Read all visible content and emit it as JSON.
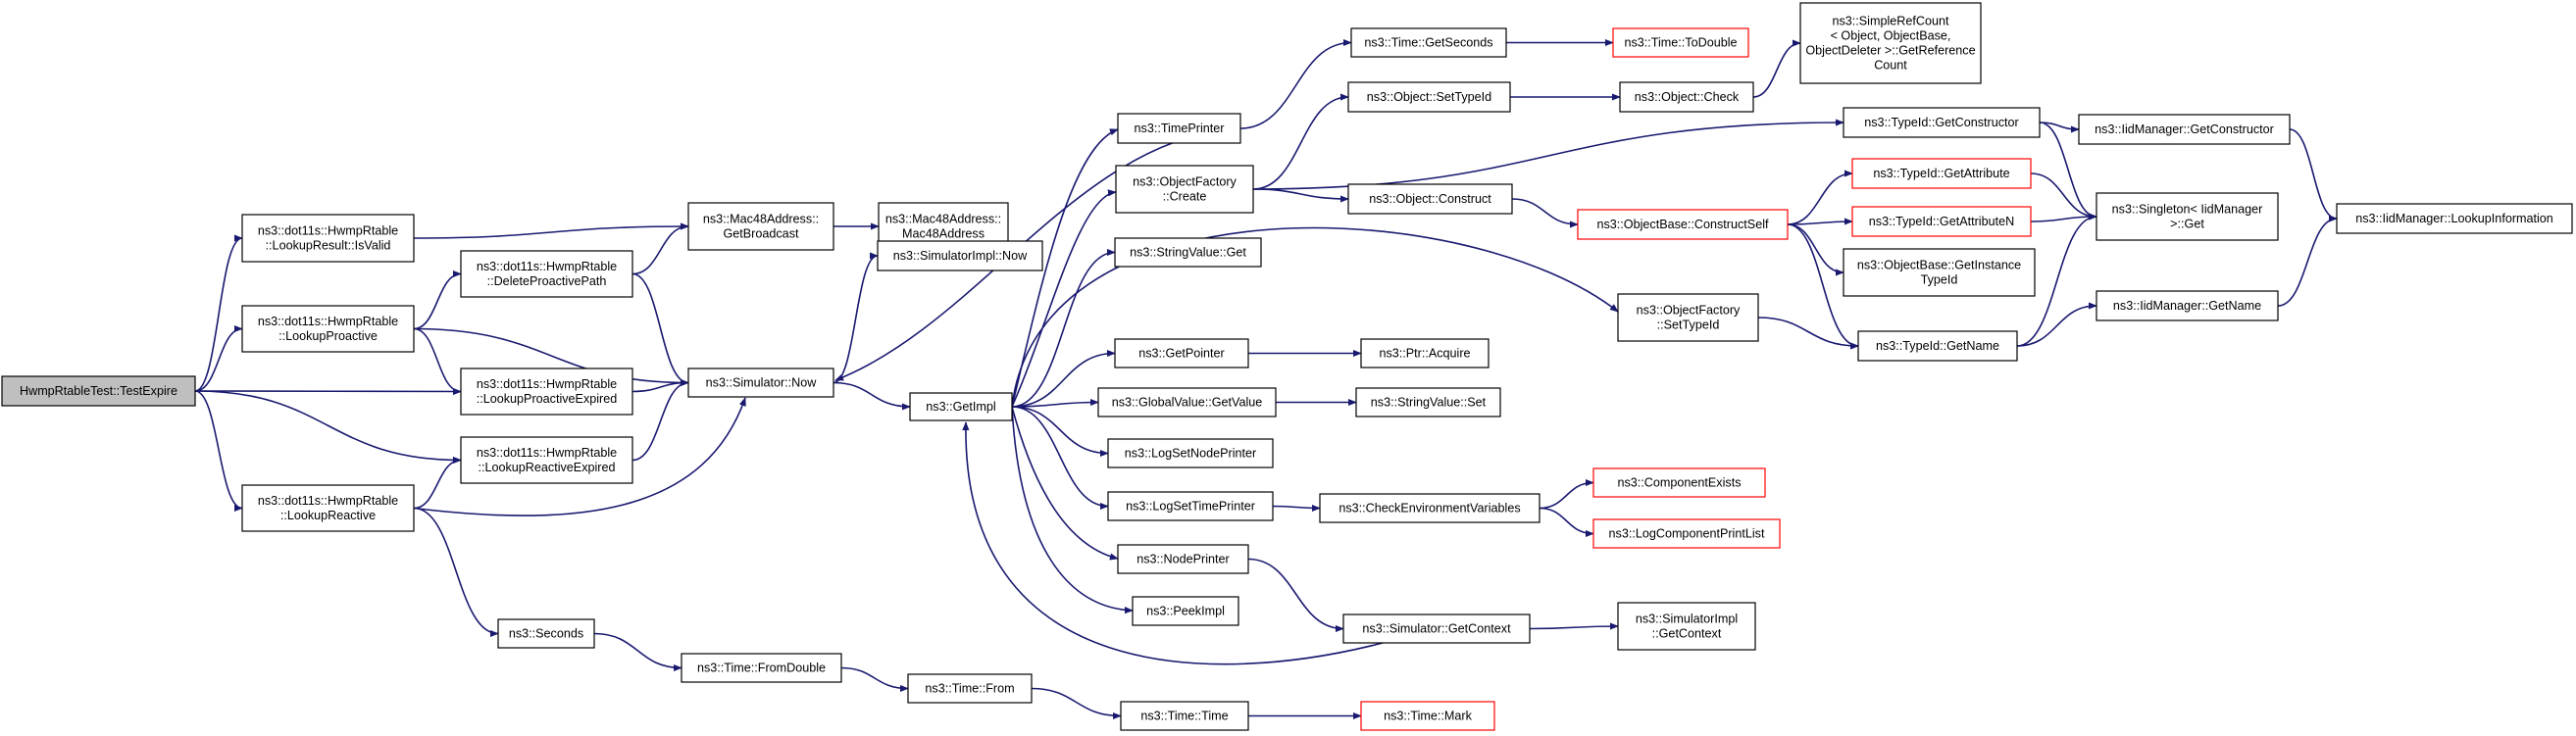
{
  "graph": {
    "colors": {
      "edge": "#191970",
      "node_border": "#000000",
      "node_border_truncated": "#ff0000",
      "root_fill": "#bfbfbf",
      "node_fill": "#ffffff"
    },
    "nodes": [
      {
        "id": "root",
        "lines": [
          "HwmpRtableTest::TestExpire"
        ],
        "style": "root"
      },
      {
        "id": "isvalid",
        "lines": [
          "ns3::dot11s::HwmpRtable",
          "::LookupResult::IsValid"
        ],
        "style": "normal"
      },
      {
        "id": "lookupproactive",
        "lines": [
          "ns3::dot11s::HwmpRtable",
          "::LookupProactive"
        ],
        "style": "normal"
      },
      {
        "id": "lookupreactive",
        "lines": [
          "ns3::dot11s::HwmpRtable",
          "::LookupReactive"
        ],
        "style": "normal"
      },
      {
        "id": "deleteproactive",
        "lines": [
          "ns3::dot11s::HwmpRtable",
          "::DeleteProactivePath"
        ],
        "style": "normal"
      },
      {
        "id": "lpexpired",
        "lines": [
          "ns3::dot11s::HwmpRtable",
          "::LookupProactiveExpired"
        ],
        "style": "normal"
      },
      {
        "id": "lrexpired",
        "lines": [
          "ns3::dot11s::HwmpRtable",
          "::LookupReactiveExpired"
        ],
        "style": "normal"
      },
      {
        "id": "getbroadcast",
        "lines": [
          "ns3::Mac48Address::",
          "GetBroadcast"
        ],
        "style": "normal"
      },
      {
        "id": "mac48ctor",
        "lines": [
          "ns3::Mac48Address::",
          "Mac48Address"
        ],
        "style": "normal"
      },
      {
        "id": "simnow",
        "lines": [
          "ns3::Simulator::Now"
        ],
        "style": "normal"
      },
      {
        "id": "seconds",
        "lines": [
          "ns3::Seconds"
        ],
        "style": "normal"
      },
      {
        "id": "fromdouble",
        "lines": [
          "ns3::Time::FromDouble"
        ],
        "style": "normal"
      },
      {
        "id": "timefrom",
        "lines": [
          "ns3::Time::From"
        ],
        "style": "normal"
      },
      {
        "id": "timetime",
        "lines": [
          "ns3::Time::Time"
        ],
        "style": "normal"
      },
      {
        "id": "timemark",
        "lines": [
          "ns3::Time::Mark"
        ],
        "style": "truncated"
      },
      {
        "id": "simimplnow",
        "lines": [
          "ns3::SimulatorImpl::Now"
        ],
        "style": "normal"
      },
      {
        "id": "getimpl",
        "lines": [
          "ns3::GetImpl"
        ],
        "style": "normal"
      },
      {
        "id": "timeprinter",
        "lines": [
          "ns3::TimePrinter"
        ],
        "style": "normal"
      },
      {
        "id": "objfactorycreate",
        "lines": [
          "ns3::ObjectFactory",
          "::Create"
        ],
        "style": "normal"
      },
      {
        "id": "stringvalueget",
        "lines": [
          "ns3::StringValue::Get"
        ],
        "style": "normal"
      },
      {
        "id": "getpointer",
        "lines": [
          "ns3::GetPointer"
        ],
        "style": "normal"
      },
      {
        "id": "globalvalue",
        "lines": [
          "ns3::GlobalValue::GetValue"
        ],
        "style": "normal"
      },
      {
        "id": "logsetnode",
        "lines": [
          "ns3::LogSetNodePrinter"
        ],
        "style": "normal"
      },
      {
        "id": "logsettime",
        "lines": [
          "ns3::LogSetTimePrinter"
        ],
        "style": "normal"
      },
      {
        "id": "nodeprinter",
        "lines": [
          "ns3::NodePrinter"
        ],
        "style": "normal"
      },
      {
        "id": "peekimpl",
        "lines": [
          "ns3::PeekImpl"
        ],
        "style": "normal"
      },
      {
        "id": "getseconds",
        "lines": [
          "ns3::Time::GetSeconds"
        ],
        "style": "normal"
      },
      {
        "id": "todouble",
        "lines": [
          "ns3::Time::ToDouble"
        ],
        "style": "truncated"
      },
      {
        "id": "objsettypeid",
        "lines": [
          "ns3::Object::SetTypeId"
        ],
        "style": "normal"
      },
      {
        "id": "objcheck",
        "lines": [
          "ns3::Object::Check"
        ],
        "style": "normal"
      },
      {
        "id": "refcount",
        "lines": [
          "ns3::SimpleRefCount",
          "< Object, ObjectBase,",
          "ObjectDeleter >::GetReference",
          "Count"
        ],
        "style": "normal"
      },
      {
        "id": "objconstruct",
        "lines": [
          "ns3::Object::Construct"
        ],
        "style": "normal"
      },
      {
        "id": "constructself",
        "lines": [
          "ns3::ObjectBase::ConstructSelf"
        ],
        "style": "truncated"
      },
      {
        "id": "ptracquire",
        "lines": [
          "ns3::Ptr::Acquire"
        ],
        "style": "normal"
      },
      {
        "id": "stringvalueset",
        "lines": [
          "ns3::StringValue::Set"
        ],
        "style": "normal"
      },
      {
        "id": "checkenv",
        "lines": [
          "ns3::CheckEnvironmentVariables"
        ],
        "style": "normal"
      },
      {
        "id": "compexists",
        "lines": [
          "ns3::ComponentExists"
        ],
        "style": "truncated"
      },
      {
        "id": "logcompprint",
        "lines": [
          "ns3::LogComponentPrintList"
        ],
        "style": "truncated"
      },
      {
        "id": "simgetcontext",
        "lines": [
          "ns3::Simulator::GetContext"
        ],
        "style": "normal"
      },
      {
        "id": "simimplgetcontext",
        "lines": [
          "ns3::SimulatorImpl",
          "::GetContext"
        ],
        "style": "normal"
      },
      {
        "id": "ofsettypeid",
        "lines": [
          "ns3::ObjectFactory",
          "::SetTypeId"
        ],
        "style": "normal"
      },
      {
        "id": "typeidgetctor",
        "lines": [
          "ns3::TypeId::GetConstructor"
        ],
        "style": "normal"
      },
      {
        "id": "typeidgetattr",
        "lines": [
          "ns3::TypeId::GetAttribute"
        ],
        "style": "truncated"
      },
      {
        "id": "typeidgetattrn",
        "lines": [
          "ns3::TypeId::GetAttributeN"
        ],
        "style": "truncated"
      },
      {
        "id": "getinstancetypeid",
        "lines": [
          "ns3::ObjectBase::GetInstance",
          "TypeId"
        ],
        "style": "normal"
      },
      {
        "id": "typeidgetname",
        "lines": [
          "ns3::TypeId::GetName"
        ],
        "style": "normal"
      },
      {
        "id": "iidgetctor",
        "lines": [
          "ns3::IidManager::GetConstructor"
        ],
        "style": "normal"
      },
      {
        "id": "singletonget",
        "lines": [
          "ns3::Singleton< IidManager",
          ">::Get"
        ],
        "style": "normal"
      },
      {
        "id": "iidgetname",
        "lines": [
          "ns3::IidManager::GetName"
        ],
        "style": "normal"
      },
      {
        "id": "iidlookup",
        "lines": [
          "ns3::IidManager::LookupInformation"
        ],
        "style": "normal"
      }
    ],
    "edges": [
      [
        "root",
        "isvalid"
      ],
      [
        "root",
        "lookupproactive"
      ],
      [
        "root",
        "lpexpired"
      ],
      [
        "root",
        "lrexpired"
      ],
      [
        "root",
        "lookupreactive"
      ],
      [
        "isvalid",
        "getbroadcast"
      ],
      [
        "lookupproactive",
        "deleteproactive"
      ],
      [
        "lookupproactive",
        "lpexpired"
      ],
      [
        "lookupproactive",
        "simnow"
      ],
      [
        "lookupreactive",
        "lrexpired"
      ],
      [
        "lookupreactive",
        "simnow"
      ],
      [
        "lookupreactive",
        "seconds"
      ],
      [
        "deleteproactive",
        "getbroadcast"
      ],
      [
        "deleteproactive",
        "simnow"
      ],
      [
        "lpexpired",
        "simnow"
      ],
      [
        "lrexpired",
        "simnow"
      ],
      [
        "getbroadcast",
        "mac48ctor"
      ],
      [
        "simnow",
        "simimplnow"
      ],
      [
        "simnow",
        "getimpl"
      ],
      [
        "seconds",
        "fromdouble"
      ],
      [
        "fromdouble",
        "timefrom"
      ],
      [
        "timefrom",
        "timetime"
      ],
      [
        "timetime",
        "timemark"
      ],
      [
        "getimpl",
        "timeprinter"
      ],
      [
        "getimpl",
        "objfactorycreate"
      ],
      [
        "getimpl",
        "stringvalueget"
      ],
      [
        "getimpl",
        "getpointer"
      ],
      [
        "getimpl",
        "globalvalue"
      ],
      [
        "getimpl",
        "logsetnode"
      ],
      [
        "getimpl",
        "logsettime"
      ],
      [
        "getimpl",
        "nodeprinter"
      ],
      [
        "getimpl",
        "peekimpl"
      ],
      [
        "getimpl",
        "ofsettypeid"
      ],
      [
        "timeprinter",
        "getseconds"
      ],
      [
        "timeprinter",
        "simnow"
      ],
      [
        "getseconds",
        "todouble"
      ],
      [
        "objfactorycreate",
        "objsettypeid"
      ],
      [
        "objfactorycreate",
        "objconstruct"
      ],
      [
        "objfactorycreate",
        "typeidgetctor"
      ],
      [
        "objsettypeid",
        "objcheck"
      ],
      [
        "objcheck",
        "refcount"
      ],
      [
        "objconstruct",
        "constructself"
      ],
      [
        "constructself",
        "typeidgetattr"
      ],
      [
        "constructself",
        "typeidgetattrn"
      ],
      [
        "constructself",
        "getinstancetypeid"
      ],
      [
        "constructself",
        "typeidgetname"
      ],
      [
        "getpointer",
        "ptracquire"
      ],
      [
        "globalvalue",
        "stringvalueset"
      ],
      [
        "logsettime",
        "checkenv"
      ],
      [
        "checkenv",
        "compexists"
      ],
      [
        "checkenv",
        "logcompprint"
      ],
      [
        "nodeprinter",
        "simgetcontext"
      ],
      [
        "simgetcontext",
        "simimplgetcontext"
      ],
      [
        "simgetcontext",
        "getimpl"
      ],
      [
        "ofsettypeid",
        "typeidgetname"
      ],
      [
        "typeidgetctor",
        "iidgetctor"
      ],
      [
        "typeidgetctor",
        "singletonget"
      ],
      [
        "typeidgetattr",
        "singletonget"
      ],
      [
        "typeidgetattrn",
        "singletonget"
      ],
      [
        "typeidgetname",
        "singletonget"
      ],
      [
        "typeidgetname",
        "iidgetname"
      ],
      [
        "iidgetctor",
        "iidlookup"
      ],
      [
        "iidgetname",
        "iidlookup"
      ]
    ]
  }
}
